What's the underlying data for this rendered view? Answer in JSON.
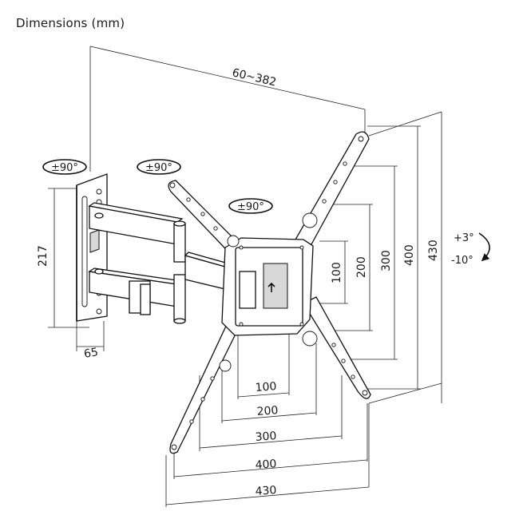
{
  "title": "Dimensions (mm)",
  "colors": {
    "line": "#111111",
    "fill": "#ffffff",
    "shade": "#d8d8d8"
  },
  "labels": {
    "arm_length": "60~382",
    "swivel_wall": "±90°",
    "swivel_mid": "±90°",
    "swivel_head": "±90°",
    "wall_plate_height": "217",
    "wall_plate_width": "65",
    "vesa_h_100": "100",
    "vesa_h_200": "200",
    "vesa_h_300": "300",
    "vesa_h_400": "400",
    "vesa_h_430": "430",
    "vesa_v_100": "100",
    "vesa_v_200": "200",
    "vesa_v_300": "300",
    "vesa_v_400": "400",
    "vesa_v_430": "430",
    "tilt_up": "+3°",
    "tilt_down": "-10°"
  },
  "icons": [
    "rotation-arrow-icon",
    "tilt-arrow-icon",
    "level-arrow-icon"
  ]
}
